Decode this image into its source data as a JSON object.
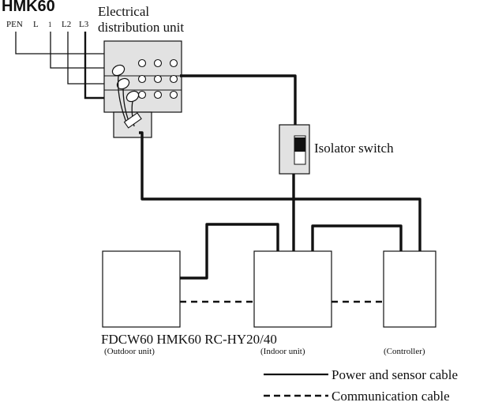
{
  "header": {
    "title_fragment": "HMK60",
    "supply_labels": [
      "PEN",
      "L",
      "1",
      "L2",
      "L3"
    ]
  },
  "labels": {
    "distribution_unit_line1": "Electrical",
    "distribution_unit_line2": "distribution unit",
    "isolator_switch": "Isolator switch",
    "units_row": "FDCW60 HMK60 RC-HY20/40",
    "outdoor_unit": "(Outdoor unit)",
    "indoor_unit": "(Indoor unit)",
    "controller": "(Controller)"
  },
  "legend": {
    "power_sensor": "Power and sensor cable",
    "communication": "Communication cable"
  },
  "colors": {
    "line": "#111111",
    "box_fill": "#ffffff",
    "panel_fill": "#e2e2e2"
  }
}
